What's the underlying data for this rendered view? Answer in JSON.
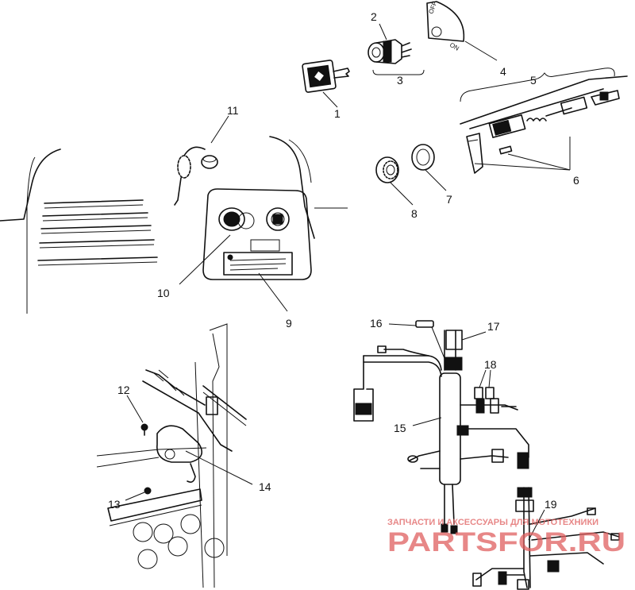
{
  "callouts": {
    "c1": "1",
    "c2": "2",
    "c3": "3",
    "c4": "4",
    "c5": "5",
    "c6": "6",
    "c7": "7",
    "c8": "8",
    "c9": "9",
    "c10": "10",
    "c11": "11",
    "c12": "12",
    "c13": "13",
    "c14": "14",
    "c15": "15",
    "c16": "16",
    "c17": "17",
    "c18": "18",
    "c19": "19"
  },
  "key_switch": {
    "off_label": "OFF",
    "on_label": "ON"
  },
  "watermark": {
    "tagline": "ЗАПЧАСТИ И АКСЕССУАРЫ ДЛЯ МОТОТЕХНИКИ",
    "brand": "PARTSFOR.RU",
    "color": "#e06060"
  }
}
